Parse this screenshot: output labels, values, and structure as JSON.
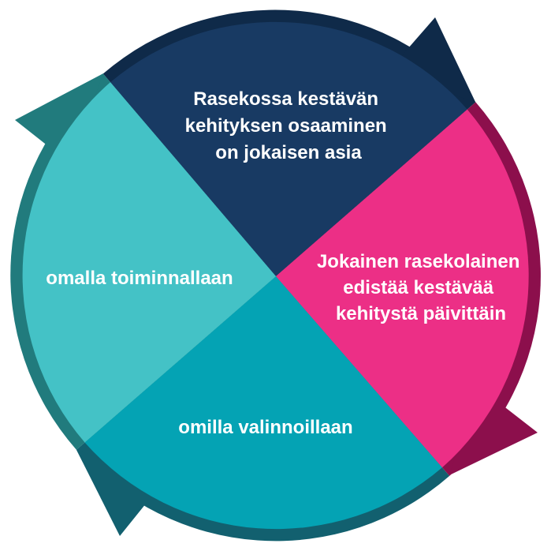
{
  "segments": [
    {
      "id": "top",
      "lines": [
        "Rasekossa kestävän",
        "kehityksen osaaminen",
        "on jokaisen asia"
      ],
      "color": "#183a63",
      "arrow_color": "#0f2a49"
    },
    {
      "id": "right",
      "lines": [
        "Jokainen rasekolainen",
        "edistää kestävää",
        "kehitystä päivittäin"
      ],
      "color": "#ec2f86",
      "arrow_color": "#8c0f4c"
    },
    {
      "id": "bottom",
      "lines": [
        "omilla valinnoillaan"
      ],
      "color": "#04a3b4",
      "arrow_color": "#12606f"
    },
    {
      "id": "left",
      "lines": [
        "omalla toiminnallaan"
      ],
      "color": "#44c2c6",
      "arrow_color": "#217b7d"
    }
  ]
}
